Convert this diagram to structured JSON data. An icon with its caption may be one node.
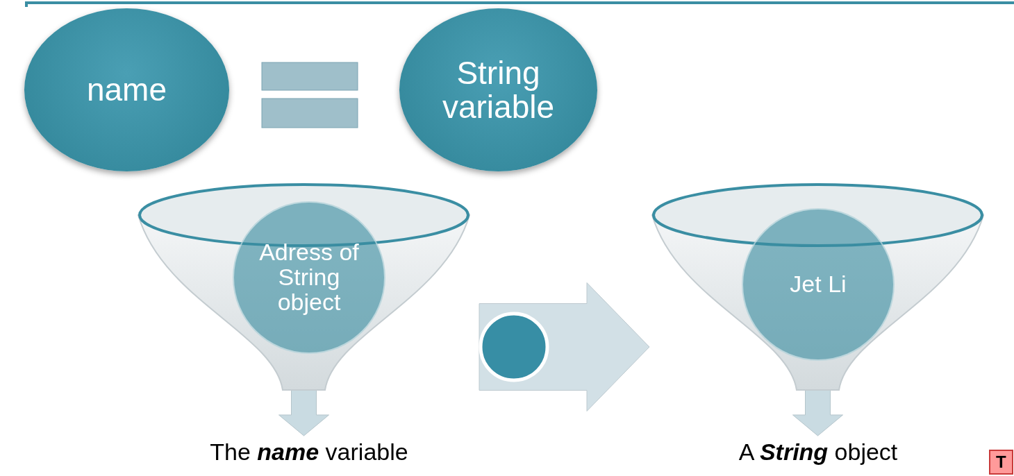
{
  "diagram": {
    "nodes": [
      {
        "text": [
          "name"
        ]
      },
      {
        "text": [
          "String variable"
        ]
      },
      {
        "text": [],
        "shape": "funnel"
      },
      {
        "text": [
          "Adress of String object"
        ],
        "in": 2
      },
      {
        "text": [],
        "shape": "funnel"
      },
      {
        "text": [
          "Jet Li"
        ],
        "in": 4
      },
      {
        "text": [
          "The **name** variable"
        ]
      },
      {
        "text": [
          "A **String** object"
        ]
      }
    ],
    "edges": [
      {
        "from": 2,
        "to": 4,
        "arrow": "to",
        "style": "thick"
      },
      {
        "from": 2,
        "to": 6,
        "arrow": "to"
      },
      {
        "from": 4,
        "to": 7,
        "arrow": "to"
      }
    ],
    "labels": [
      "T"
    ]
  }
}
